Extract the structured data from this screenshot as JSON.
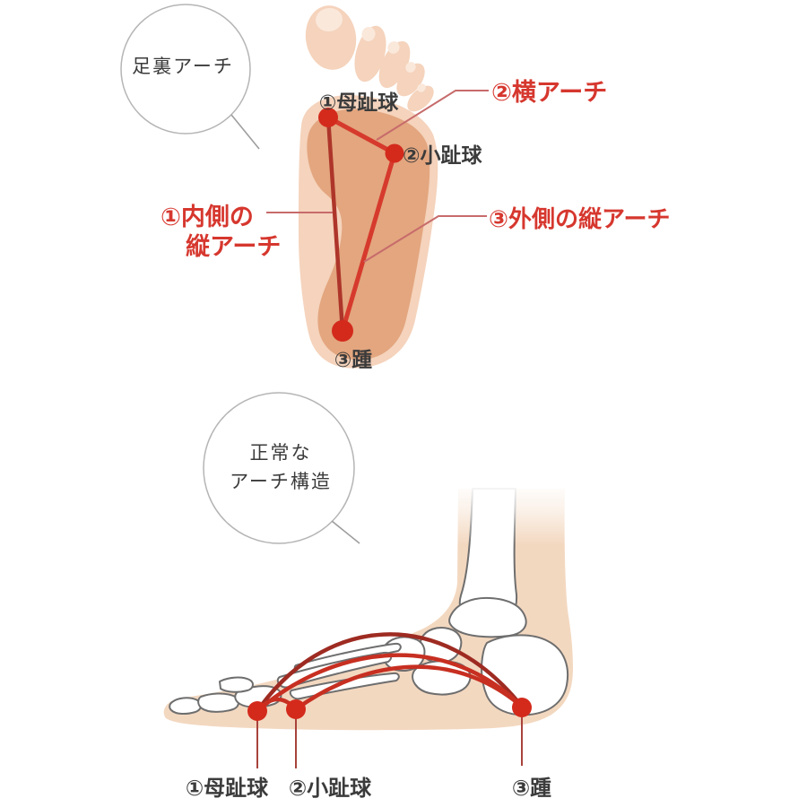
{
  "top_diagram": {
    "lens_label": "足裏アーチ",
    "point1_label": "①母趾球",
    "point2_label": "②小趾球",
    "point3_label": "③踵",
    "arch2_label": "②横アーチ",
    "arch1_label_line1": "①内側の",
    "arch1_label_line2": "縦アーチ",
    "arch3_label": "③外側の縦アーチ"
  },
  "bottom_diagram": {
    "lens_label_line1": "正常な",
    "lens_label_line2": "アーチ構造",
    "point1_label": "①母趾球",
    "point2_label": "②小趾球",
    "point3_label": "③踵"
  },
  "colors": {
    "skin_light": "#F5D3BC",
    "skin_print": "#E3A67F",
    "skin_side": "#F3D8C0",
    "toenail": "#FAE8DB",
    "triangle_red_bright": "#D63A2C",
    "triangle_red_dark": "#AE352A",
    "dot_red": "#D32A1C",
    "arch_curve_dark": "#9E2B22",
    "arch_curve_bright": "#C72F21",
    "label_red": "#D6372E",
    "label_black": "#3B3B3B",
    "pointer_line": "#C76B6B",
    "lens_stroke": "#B5B5B5",
    "bone_stroke": "#6E6E6E",
    "bone_fill": "#FFFFFF"
  }
}
